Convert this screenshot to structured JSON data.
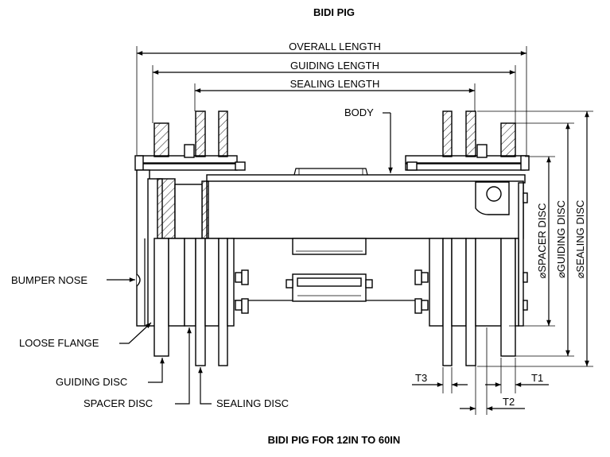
{
  "title": "BIDI PIG",
  "caption": "BIDI PIG FOR 12IN TO 60IN",
  "dimensions": {
    "overall_length": "OVERALL LENGTH",
    "guiding_length": "GUIDING LENGTH",
    "sealing_length": "SEALING LENGTH",
    "spacer_disc_dia": "⌀SPACER DISC",
    "guiding_disc_dia": "⌀GUIDING DISC",
    "sealing_disc_dia": "⌀SEALING DISC",
    "t1": "T1",
    "t2": "T2",
    "t3": "T3"
  },
  "callouts": {
    "body": "BODY",
    "bumper_nose": "BUMPER NOSE",
    "loose_flange": "LOOSE FLANGE",
    "guiding_disc": "GUIDING DISC",
    "spacer_disc": "SPACER DISC",
    "sealing_disc": "SEALING DISC"
  }
}
